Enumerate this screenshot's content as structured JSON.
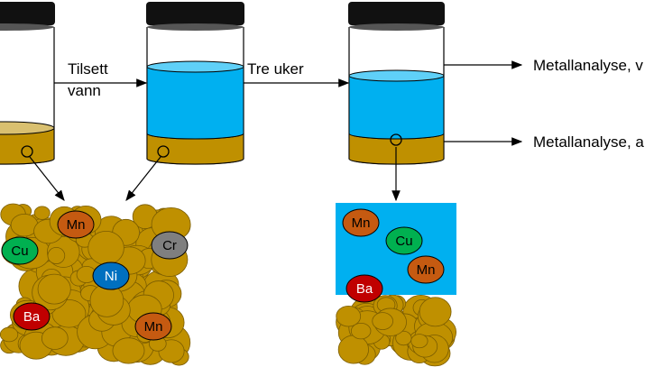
{
  "steps": {
    "step1_label_line1": "Tilsett",
    "step1_label_line2": "vann",
    "step2_label": "Tre uker"
  },
  "outputs": {
    "water_analysis": "Metallanalyse, v",
    "sediment_analysis": "Metallanalyse, a"
  },
  "ions_left": [
    "Mn",
    "Cu",
    "Cr",
    "Ni",
    "Ba",
    "Mn"
  ],
  "ions_right": [
    "Mn",
    "Cu",
    "Mn",
    "Ba"
  ],
  "colors": {
    "sediment": "#bf9000",
    "dry_sediment_top": "#d9c070",
    "water": "#00b0f0",
    "water_surface": "#5fd0f8",
    "lid": "#111111",
    "Mn": "#c55a11",
    "Cu": "#00b050",
    "Cr": "#7f7f7f",
    "Ni": "#0070c0",
    "Ba": "#c00000"
  }
}
